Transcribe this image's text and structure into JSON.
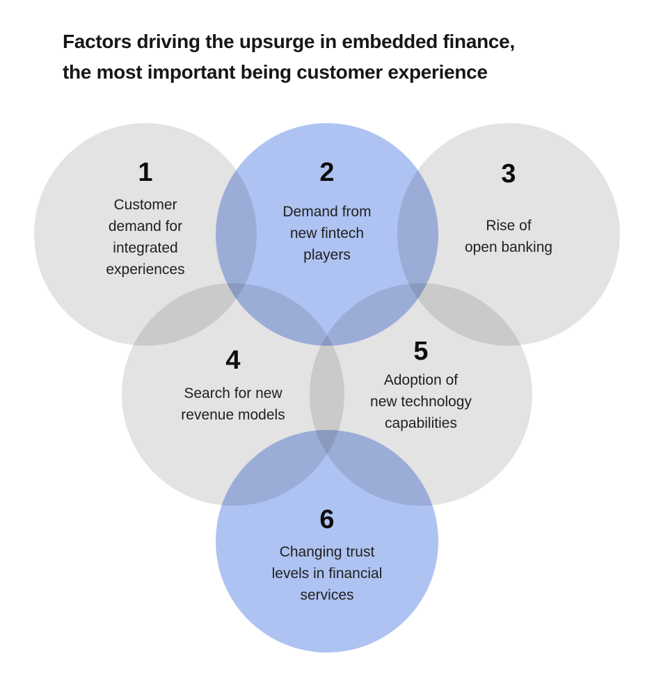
{
  "title": {
    "line1": "Factors driving the upsurge in embedded finance,",
    "line2": "the most important being customer experience"
  },
  "colors": {
    "gray": "#e3e3e3",
    "blue": "#aec3f2",
    "title_text": "#161616",
    "body_text": "#202020"
  },
  "factors": [
    {
      "number": "1",
      "color": "gray",
      "lines": [
        "Customer",
        "demand for",
        "integrated",
        "experiences"
      ]
    },
    {
      "number": "2",
      "color": "blue",
      "lines": [
        "Demand from",
        "new fintech",
        "players"
      ]
    },
    {
      "number": "3",
      "color": "gray",
      "lines": [
        "Rise of",
        "open banking"
      ]
    },
    {
      "number": "4",
      "color": "gray",
      "lines": [
        "Search for new",
        "revenue models"
      ]
    },
    {
      "number": "5",
      "color": "gray",
      "lines": [
        "Adoption of",
        "new technology",
        "capabilities"
      ]
    },
    {
      "number": "6",
      "color": "blue",
      "lines": [
        "Changing trust",
        "levels in financial",
        "services"
      ]
    }
  ]
}
